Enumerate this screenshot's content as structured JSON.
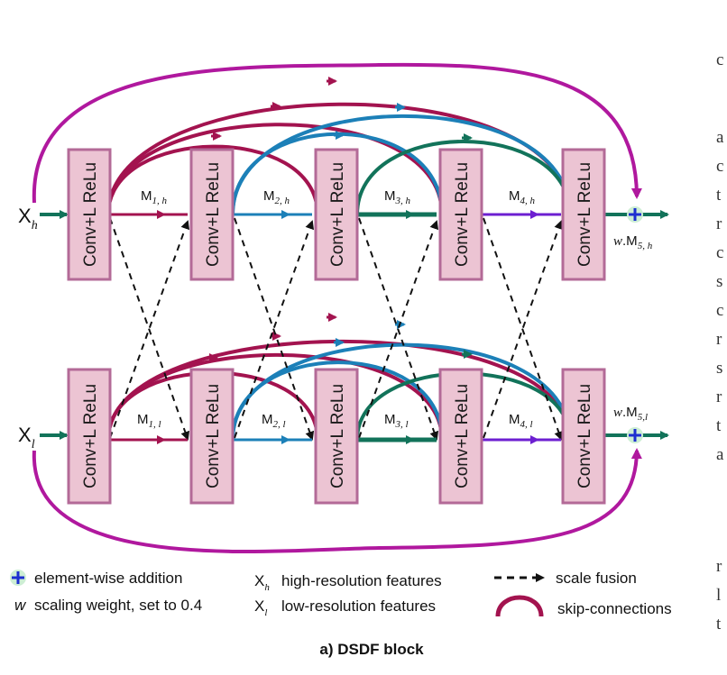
{
  "blocks": {
    "label": "Conv+L ReLu"
  },
  "inputs": {
    "high": {
      "main": "X",
      "sub": "h"
    },
    "low": {
      "main": "X",
      "sub": "l"
    }
  },
  "outputs": {
    "high": {
      "w": "w",
      "main": ".M",
      "sub": "5, h"
    },
    "low": {
      "w": "w",
      "main": ".M",
      "sub": "5,l"
    }
  },
  "edges_high": [
    {
      "main": "M",
      "sub": "1, h"
    },
    {
      "main": "M",
      "sub": "2, h"
    },
    {
      "main": "M",
      "sub": "3, h"
    },
    {
      "main": "M",
      "sub": "4, h"
    }
  ],
  "edges_low": [
    {
      "main": "M",
      "sub": "1, l"
    },
    {
      "main": "M",
      "sub": "2, l"
    },
    {
      "main": "M",
      "sub": "3, l"
    },
    {
      "main": "M",
      "sub": "4, l"
    }
  ],
  "legend": {
    "addition": "element-wise addition",
    "weight_symbol": "w",
    "weight": "scaling weight, set to 0.4",
    "high_symbol": {
      "main": "X",
      "sub": "h"
    },
    "high": "high-resolution features",
    "low_symbol": {
      "main": "X",
      "sub": "l"
    },
    "low": "low-resolution features",
    "fusion": "scale fusion",
    "skip": "skip-connections"
  },
  "caption": "a) DSDF block",
  "margin_chars": [
    "c",
    "a",
    "c",
    "t",
    "r",
    "c",
    "s",
    "c",
    "r",
    "s",
    "r",
    "t",
    "a",
    "r",
    "l",
    "t"
  ],
  "colors": {
    "crimson": "#a3134f",
    "blue": "#1c80b8",
    "green": "#12735a",
    "purple": "#6d1fd1",
    "magenta": "#b0189e",
    "teal": "#12735a",
    "block_fill": "#ecc4d3",
    "block_stroke": "#b36a97",
    "plus_bg": "#cdeed4",
    "plus_fg": "#1d2fd0"
  }
}
